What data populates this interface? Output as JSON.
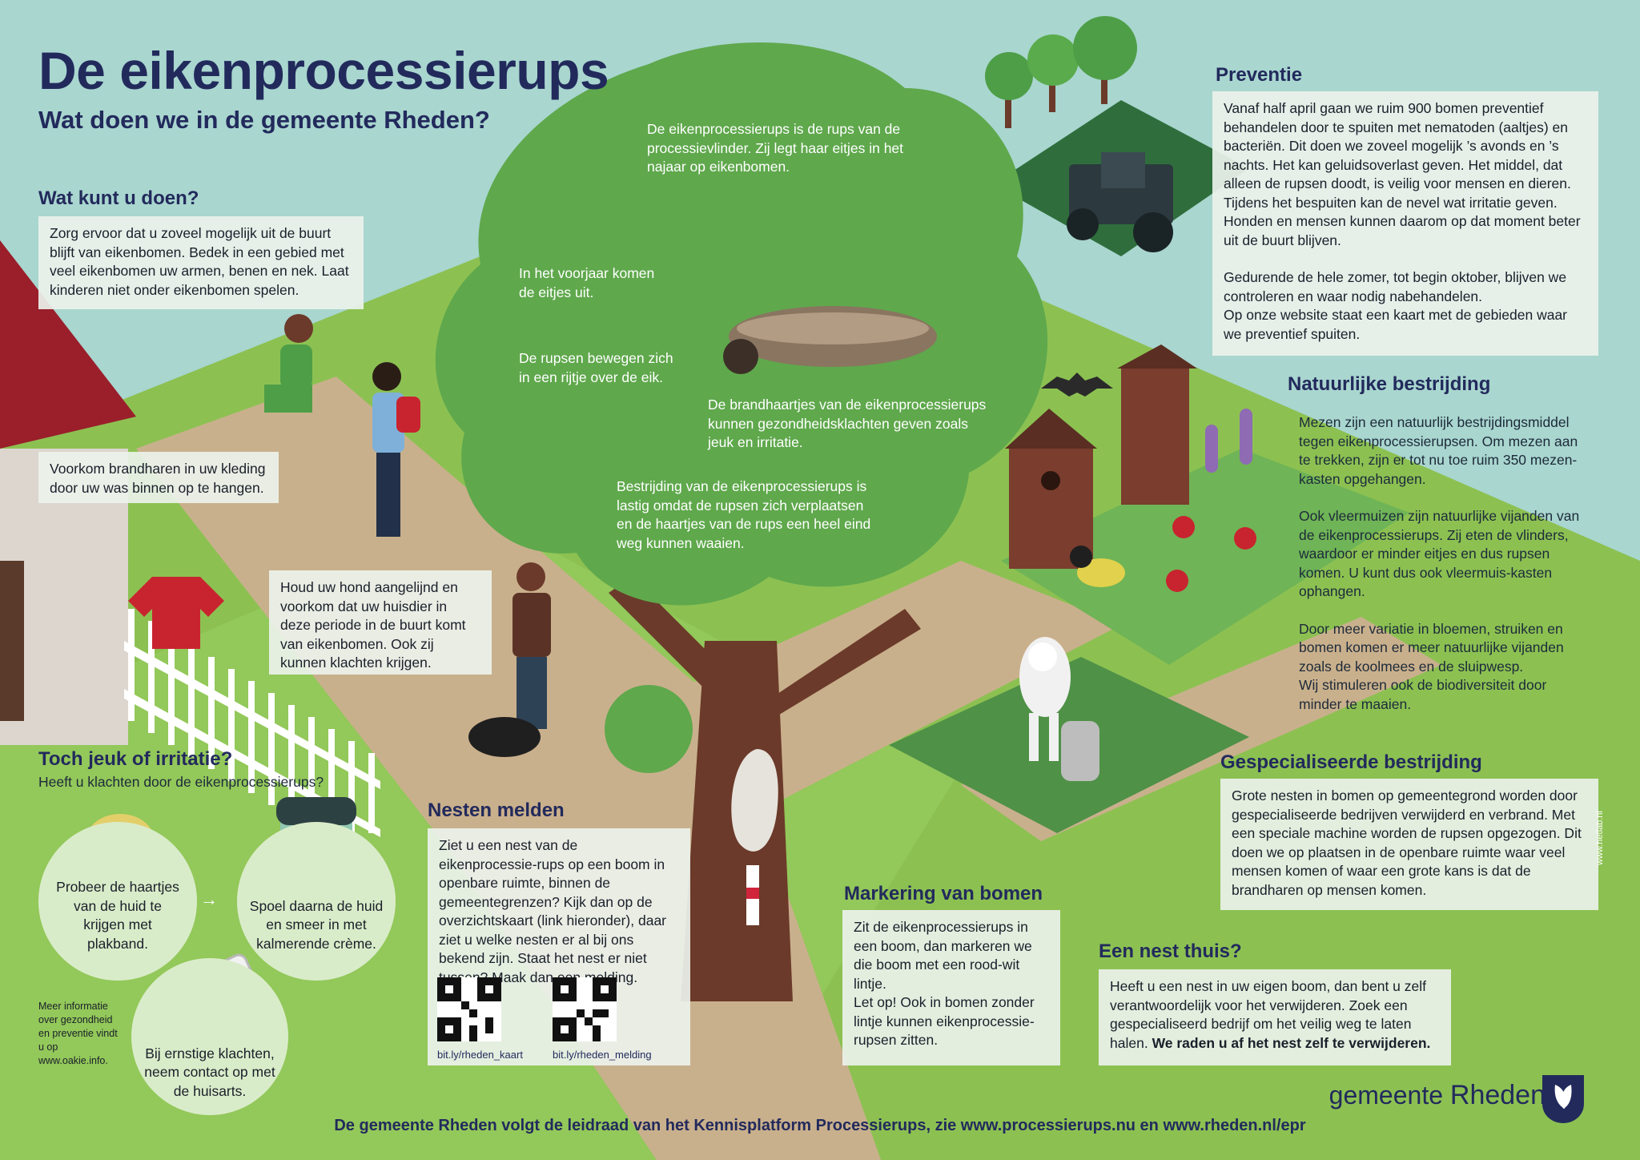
{
  "title": "De eikenprocessierups",
  "subtitle": "Wat doen we in de gemeente Rheden?",
  "wat_kunt_u_doen": {
    "heading": "Wat kunt u doen?",
    "text": "Zorg ervoor dat u zoveel mogelijk uit de buurt blijft van eikenbomen. Bedek in een gebied met veel eikenbomen uw armen, benen en nek. Laat kinderen niet onder eikenbomen spelen."
  },
  "brandharen_tip": "Voorkom brandharen in uw kleding door uw was binnen op te hangen.",
  "hond_tip": "Houd uw hond aangelijnd en voorkom dat uw huisdier in deze periode in de buurt komt van eikenbomen. Ook zij kunnen klachten krijgen.",
  "tree": {
    "intro": "De eikenprocessierups is de rups van de processievlinder. Zij legt haar eitjes in het najaar op eikenbomen.",
    "eitjes": "In het voorjaar komen de eitjes uit.",
    "rupsen": "De rupsen bewegen zich in een rijtje over de eik.",
    "brandhaartjes": "De brandhaartjes van de eikenprocessierups kunnen gezondheidsklachten geven zoals jeuk en irritatie.",
    "bestrijding": "Bestrijding van de eikenprocessierups is lastig omdat de rupsen zich verplaatsen en de haartjes van de rups een heel eind weg kunnen waaien."
  },
  "preventie": {
    "heading": "Preventie",
    "p1": "Vanaf half april gaan we ruim 900 bomen preventief behandelen door te spuiten met nematoden (aaltjes) en bacteriën. Dit doen we zoveel mogelijk ’s avonds en ’s nachts. Het kan geluidsoverlast geven. Het middel, dat alleen de rupsen doodt, is veilig voor mensen en dieren. Tijdens het bespuiten kan de nevel wat irritatie geven. Honden en mensen kunnen daarom op dat moment beter uit de buurt blijven.",
    "p2": "Gedurende de hele zomer, tot begin oktober, blijven we controleren en waar nodig nabehandelen.",
    "p3": "Op onze website staat een kaart met de gebieden waar we preventief spuiten."
  },
  "natuurlijk": {
    "heading": "Natuurlijke bestrijding",
    "p1": "Mezen zijn een natuurlijk bestrijdingsmiddel tegen eikenprocessierupsen. Om mezen aan te trekken, zijn er tot nu toe ruim 350 mezen-kasten opgehangen.",
    "p2": "Ook vleermuizen zijn natuurlijke vijanden van de eikenprocessierups. Zij eten de vlinders, waardoor er minder eitjes en dus rupsen komen. U kunt dus ook vleermuis-kasten ophangen.",
    "p3": "Door meer variatie in bloemen, struiken en bomen komen er meer natuurlijke vijanden zoals de koolmees en de sluipwesp.",
    "p4": "Wij stimuleren ook de biodiversiteit door minder te maaien."
  },
  "gespecialiseerd": {
    "heading": "Gespecialiseerde bestrijding",
    "text": "Grote nesten in bomen op gemeentegrond worden door gespecialiseerde bedrijven verwijderd en verbrand. Met een speciale machine worden de rupsen opgezogen. Dit doen we op plaatsen in de openbare ruimte waar veel mensen komen of waar een grote kans is dat de brandharen op mensen komen."
  },
  "jeuk": {
    "heading": "Toch jeuk of irritatie?",
    "sub": "Heeft u klachten door de eikenprocessierups?",
    "step1": "Probeer de haartjes van de huid te krijgen met plakband.",
    "step2": "Spoel daarna de huid en smeer in met kalmerende crème.",
    "step3": "Bij ernstige klachten, neem contact op met de huisarts.",
    "meer_info": "Meer informatie over gezondheid en preventie vindt u op www.oakie.info.",
    "arrow": "→"
  },
  "nesten": {
    "heading": "Nesten melden",
    "text": "Ziet u een nest van de eikenprocessie-rups op een boom in openbare ruimte, binnen de gemeentegrenzen? Kijk dan op de overzichtskaart (link hieronder), daar ziet u welke nesten er al bij ons bekend zijn. Staat het nest er niet tussen? Maak dan een melding.",
    "link1": "bit.ly/rheden_kaart",
    "link2": "bit.ly/rheden_melding"
  },
  "markering": {
    "heading": "Markering van bomen",
    "p1": "Zit de eikenprocessierups in een boom, dan markeren we die boom met een rood-wit lintje.",
    "p2": "Let op! Ook in bomen zonder lintje kunnen eikenprocessie-rupsen zitten."
  },
  "nest_thuis": {
    "heading": "Een nest thuis?",
    "text": "Heeft u een nest in uw eigen boom, dan bent u zelf verantwoordelijk voor het verwijderen. Zoek een gespecialiseerd bedrijf om het veilig weg te laten halen.",
    "bold": "We raden u af het nest zelf te verwijderen."
  },
  "brand": {
    "prefix": "gemeente",
    "name": "Rheden"
  },
  "credit": "www.hetlab.nl",
  "footer": "De gemeente Rheden volgt de leidraad van het Kennisplatform Processierups, zie www.processierups.nu en www.rheden.nl/epr",
  "colors": {
    "navy": "#222a5c",
    "grass": "#8cc152",
    "tree": "#5fa84c",
    "path": "#c9b08c",
    "sky": "#a9d6cf"
  },
  "icons": [
    "moon-icon",
    "bat-icon",
    "birdhouse-icon",
    "bird-icon",
    "tractor-icon",
    "tape-icon",
    "cream-jar-icon",
    "phone-icon",
    "qr-code-icon",
    "logo-icon"
  ]
}
